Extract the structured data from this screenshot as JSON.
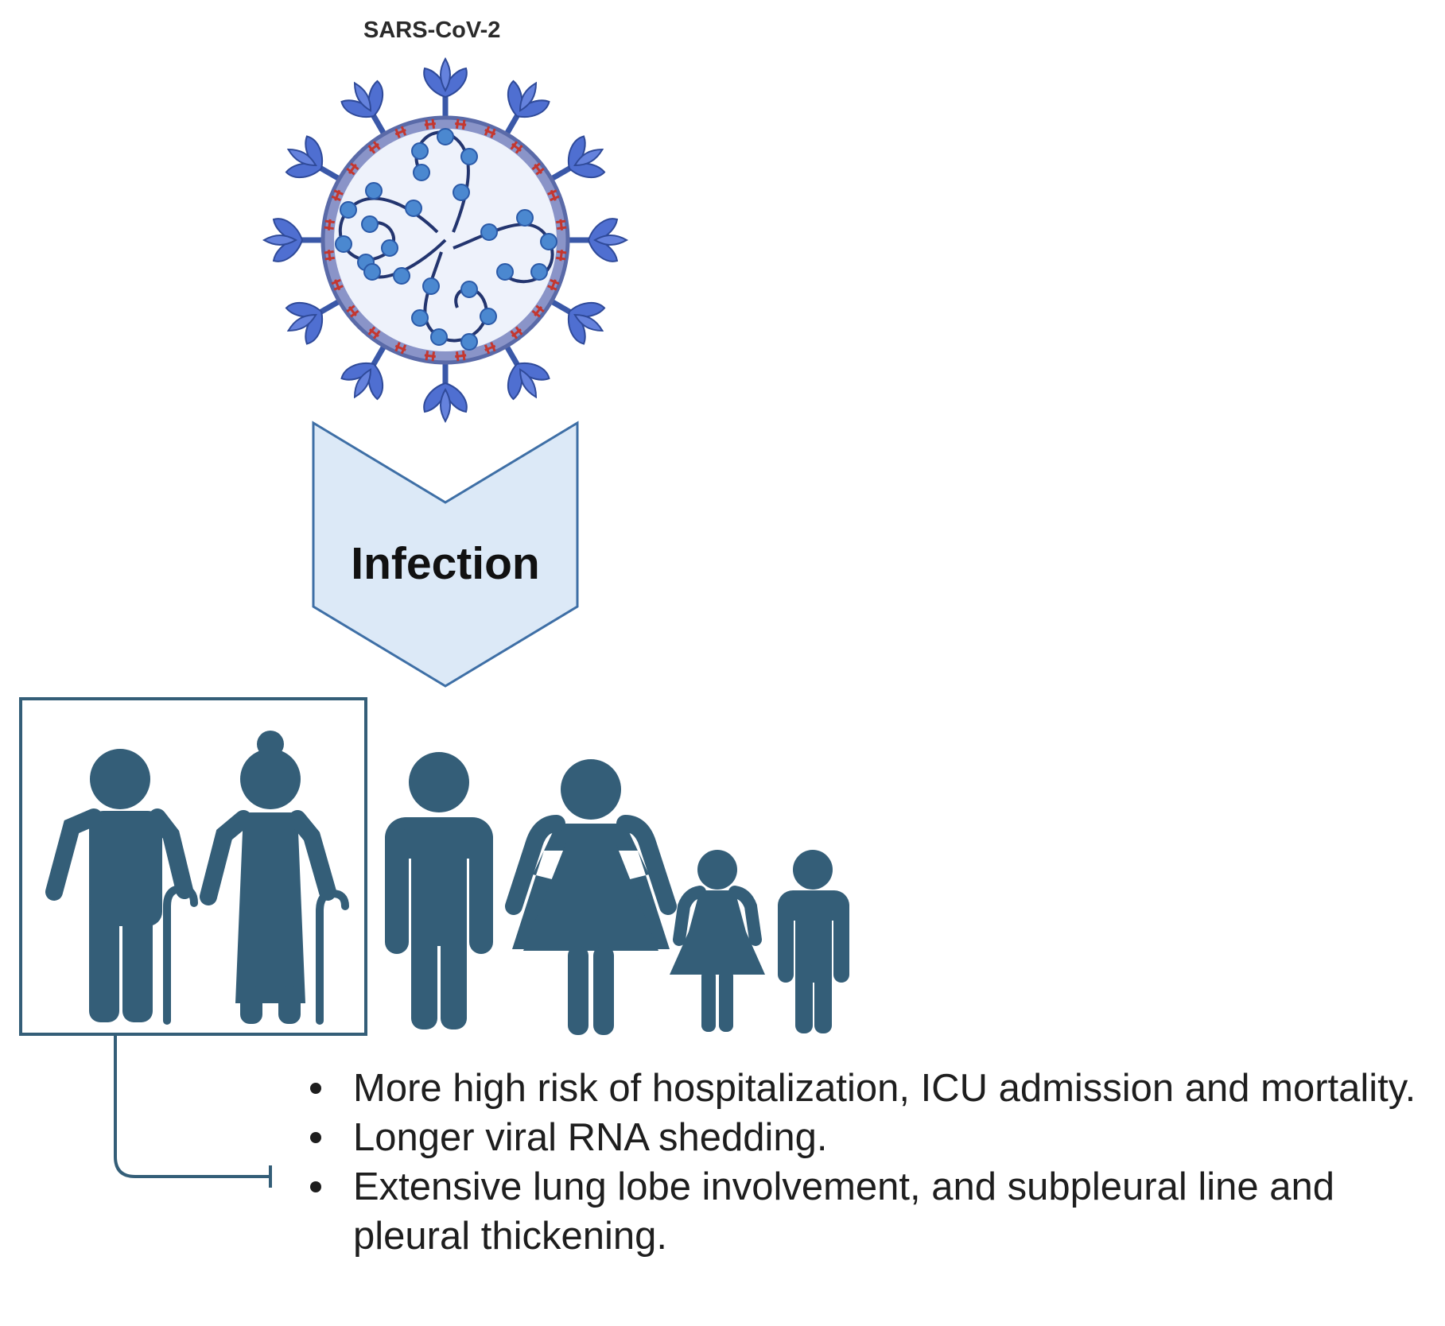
{
  "virus": {
    "label": "SARS-CoV-2",
    "icon": "coronavirus-icon"
  },
  "arrow": {
    "label": "Infection",
    "fill": "#dce9f7",
    "stroke": "#3e6fa6"
  },
  "people": {
    "color": "#345e78",
    "icons": [
      "elderly-man-icon",
      "elderly-woman-icon",
      "adult-man-icon",
      "adult-woman-icon",
      "girl-icon",
      "boy-icon"
    ]
  },
  "outcomes": {
    "items": [
      "More high risk of hospitalization, ICU admission and mortality.",
      "Longer viral RNA shedding.",
      "Extensive lung lobe involvement, and subpleural line and pleural thickening."
    ]
  }
}
